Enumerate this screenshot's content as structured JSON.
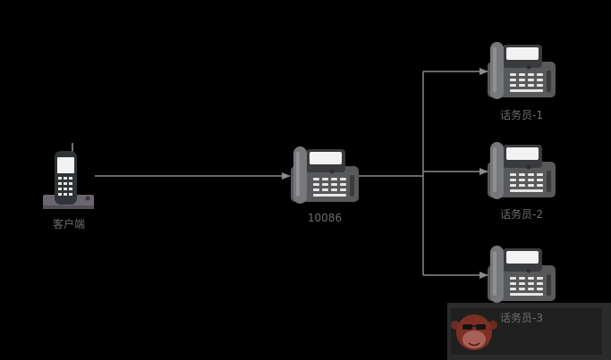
{
  "nodes": {
    "client": {
      "label": "客户端",
      "icon": "cordless-phone-icon"
    },
    "hub": {
      "label": "10086",
      "icon": "fax-phone-icon"
    },
    "operators": [
      {
        "label": "话务员-1",
        "icon": "fax-phone-icon"
      },
      {
        "label": "话务员-2",
        "icon": "fax-phone-icon"
      },
      {
        "label": "话务员-3",
        "icon": "fax-phone-icon"
      }
    ]
  },
  "edges": [
    {
      "from": "客户端",
      "to": "10086"
    },
    {
      "from": "10086",
      "to": "话务员-1"
    },
    {
      "from": "10086",
      "to": "话务员-2"
    },
    {
      "from": "10086",
      "to": "话务员-3"
    }
  ],
  "overlay": {
    "icon": "monkey-sunglasses-avatar-icon"
  },
  "colors": {
    "background": "#000000",
    "line": "#8a8a8a",
    "phone_body": "#58595b",
    "phone_handset": "#76787b",
    "label": "#6e6e6e"
  }
}
